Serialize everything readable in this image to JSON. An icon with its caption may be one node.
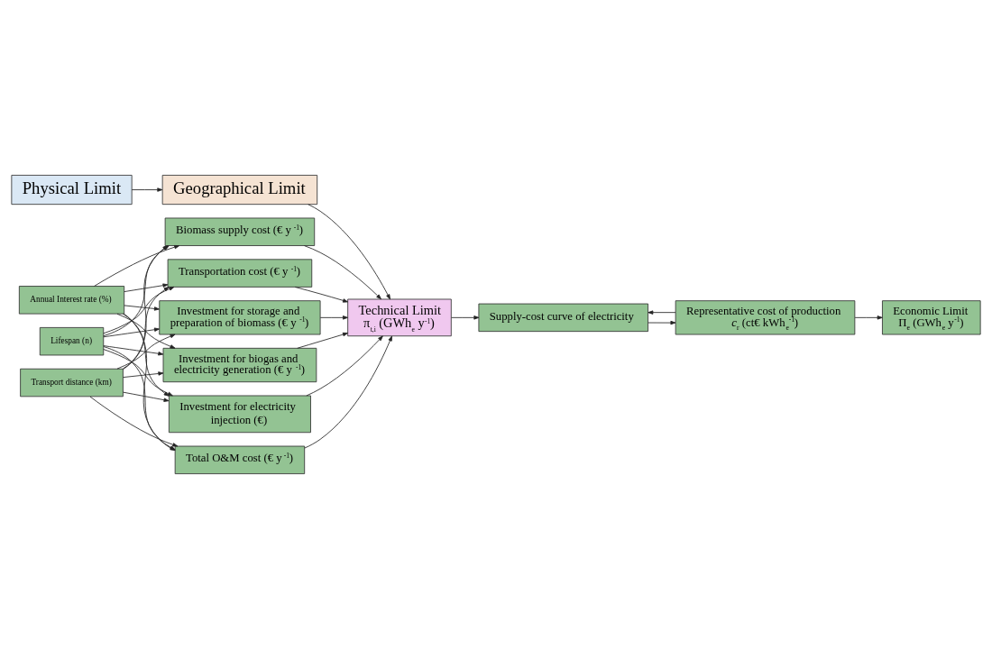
{
  "diagram": {
    "nodes": [
      {
        "text": [
          "Physical Limit"
        ]
      },
      {
        "text": [
          "Geographical Limit"
        ]
      },
      {
        "text": [
          "Technical Limit",
          "π$_{t,i}$ (GWh$_{e}$ y$^{-1}$)"
        ]
      },
      {
        "text": [
          "Annual Interest rate (%)"
        ]
      },
      {
        "text": [
          "Lifespan (n)"
        ]
      },
      {
        "text": [
          "Transport distance (km)"
        ]
      },
      {
        "text": [
          "Biomass supply cost (€ y$^{-1}$)"
        ]
      },
      {
        "text": [
          "Transportation cost (€ y$^{-1}$)"
        ]
      },
      {
        "text": [
          "Investment for storage and preparation of biomass (€ y$^{-1}$)"
        ]
      },
      {
        "text": [
          "Investment for biogas and electricity generation (€ y$^{-1}$)"
        ]
      },
      {
        "text": [
          "Investment for electricity injection (€)"
        ]
      },
      {
        "text": [
          "Total O&M cost (€ y$^{-1}$)"
        ]
      },
      {
        "text": [
          "Supply-cost curve of electricity"
        ]
      },
      {
        "text": [
          "Representative cost of production",
          "*c*$_{r}$ (ct€ kWh$_{e}$$^{-1}$)"
        ]
      },
      {
        "text": [
          "Economic Limit",
          "Π$_{e}$ (GWh$_{e}$ y$^{-1}$)"
        ]
      }
    ],
    "edges": [
      {
        "from": 0,
        "to": 1,
        "arrow": "to"
      },
      {
        "from": 1,
        "to": 2,
        "arrow": "to"
      },
      {
        "from": 3,
        "to": 6,
        "arrow": "to"
      },
      {
        "from": 3,
        "to": 7,
        "arrow": "to"
      },
      {
        "from": 3,
        "to": 8,
        "arrow": "to"
      },
      {
        "from": 3,
        "to": 9,
        "arrow": "to"
      },
      {
        "from": 3,
        "to": 10,
        "arrow": "to"
      },
      {
        "from": 3,
        "to": 11,
        "arrow": "to"
      },
      {
        "from": 4,
        "to": 6,
        "arrow": "to"
      },
      {
        "from": 4,
        "to": 7,
        "arrow": "to"
      },
      {
        "from": 4,
        "to": 8,
        "arrow": "to"
      },
      {
        "from": 4,
        "to": 9,
        "arrow": "to"
      },
      {
        "from": 4,
        "to": 10,
        "arrow": "to"
      },
      {
        "from": 4,
        "to": 11,
        "arrow": "to"
      },
      {
        "from": 5,
        "to": 6,
        "arrow": "to"
      },
      {
        "from": 5,
        "to": 7,
        "arrow": "to"
      },
      {
        "from": 5,
        "to": 8,
        "arrow": "to"
      },
      {
        "from": 5,
        "to": 9,
        "arrow": "to"
      },
      {
        "from": 5,
        "to": 10,
        "arrow": "to"
      },
      {
        "from": 5,
        "to": 11,
        "arrow": "to"
      },
      {
        "from": 6,
        "to": 2,
        "arrow": "to"
      },
      {
        "from": 7,
        "to": 2,
        "arrow": "to"
      },
      {
        "from": 8,
        "to": 2,
        "arrow": "to"
      },
      {
        "from": 9,
        "to": 2,
        "arrow": "to"
      },
      {
        "from": 10,
        "to": 2,
        "arrow": "to"
      },
      {
        "from": 11,
        "to": 2,
        "arrow": "to"
      },
      {
        "from": 2,
        "to": 12,
        "arrow": "to"
      },
      {
        "from": 12,
        "to": 13,
        "arrow": "to"
      },
      {
        "from": 13,
        "to": 12,
        "arrow": "to"
      },
      {
        "from": 13,
        "to": 14,
        "arrow": "to"
      }
    ]
  }
}
